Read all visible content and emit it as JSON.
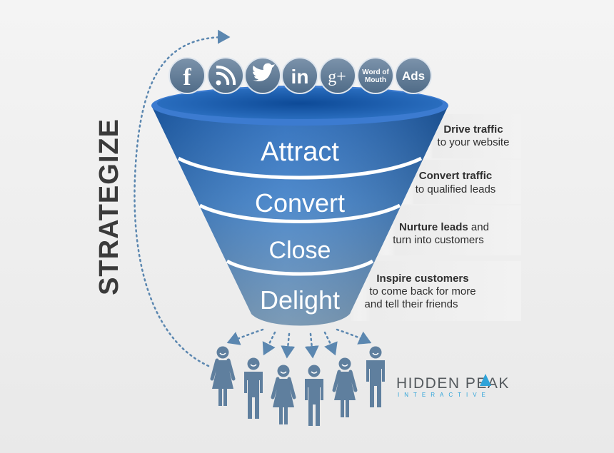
{
  "background": {
    "colors": [
      "#f4f4f4",
      "#dcdcdc"
    ]
  },
  "strategize_label": "STRATEGIZE",
  "social_icons": [
    {
      "name": "facebook-icon",
      "label": "f"
    },
    {
      "name": "rss-icon",
      "label": ""
    },
    {
      "name": "twitter-icon",
      "label": ""
    },
    {
      "name": "linkedin-icon",
      "label": "in"
    },
    {
      "name": "google-plus-icon",
      "label": "g+"
    },
    {
      "name": "word-of-mouth-icon",
      "label_line1": "Word of",
      "label_line2": "Mouth"
    },
    {
      "name": "ads-icon",
      "label": "Ads"
    }
  ],
  "funnel": {
    "stages": [
      {
        "label": "Attract",
        "desc_bold": "Drive traffic",
        "desc_rest": "to your website"
      },
      {
        "label": "Convert",
        "desc_bold": "Convert traffic",
        "desc_rest": "to qualified leads"
      },
      {
        "label": "Close",
        "desc_bold": "Nurture leads",
        "desc_inline": " and",
        "desc_rest": "turn into customers"
      },
      {
        "label": "Delight",
        "desc_bold": "Inspire customers",
        "desc_rest": "to come back for more",
        "desc_rest2": "and tell their friends"
      }
    ],
    "colors": {
      "top": "#1f63b6",
      "bottom": "#6d8fae",
      "rim": "#2e70c4",
      "text": "#ffffff"
    }
  },
  "people": {
    "color": "#5f7f9e",
    "count": 6
  },
  "brand": {
    "name": "HIDDEN PEAK",
    "tagline": "INTERACTIVE",
    "text_color": "#555a5e",
    "accent_color": "#2ea3d9"
  }
}
